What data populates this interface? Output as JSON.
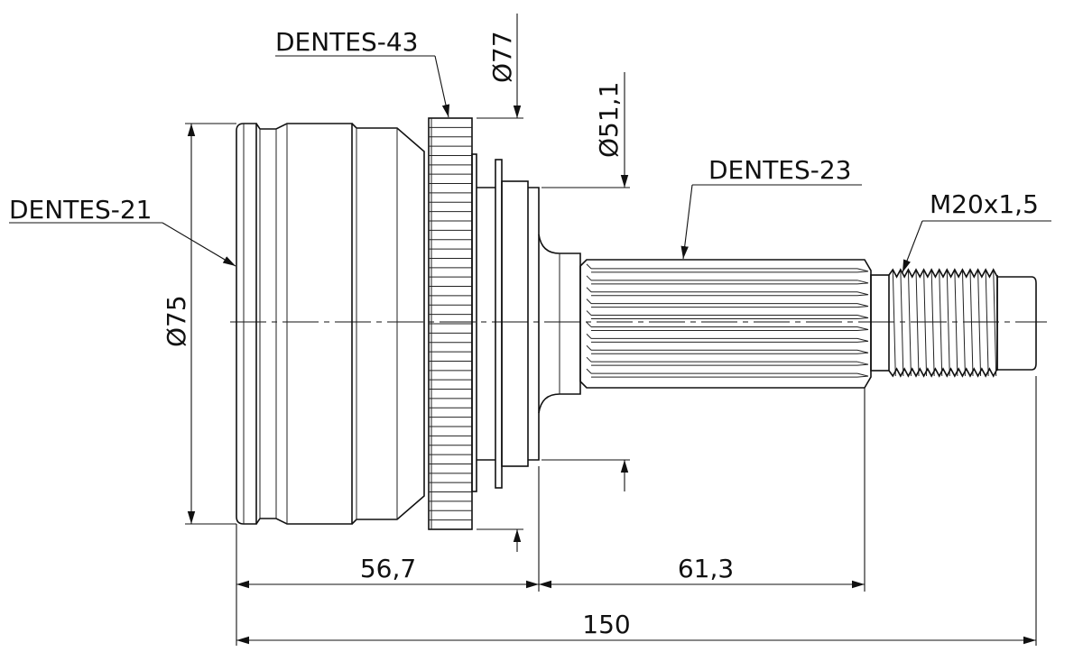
{
  "drawing": {
    "labels": {
      "splines_outer": "DENTES-43",
      "splines_shaft": "DENTES-23",
      "splines_housing": "DENTES-21",
      "thread": "M20x1,5"
    },
    "dimensions": {
      "housing_diameter": "Ø75",
      "ring_diameter": "Ø77",
      "hub_diameter": "Ø51,1",
      "housing_length": "56,7",
      "shaft_length": "61,3",
      "total_length": "150"
    },
    "counts": {
      "ring_teeth_visible": 44,
      "shaft_spline_rows": 11,
      "thread_crests": 14
    }
  }
}
